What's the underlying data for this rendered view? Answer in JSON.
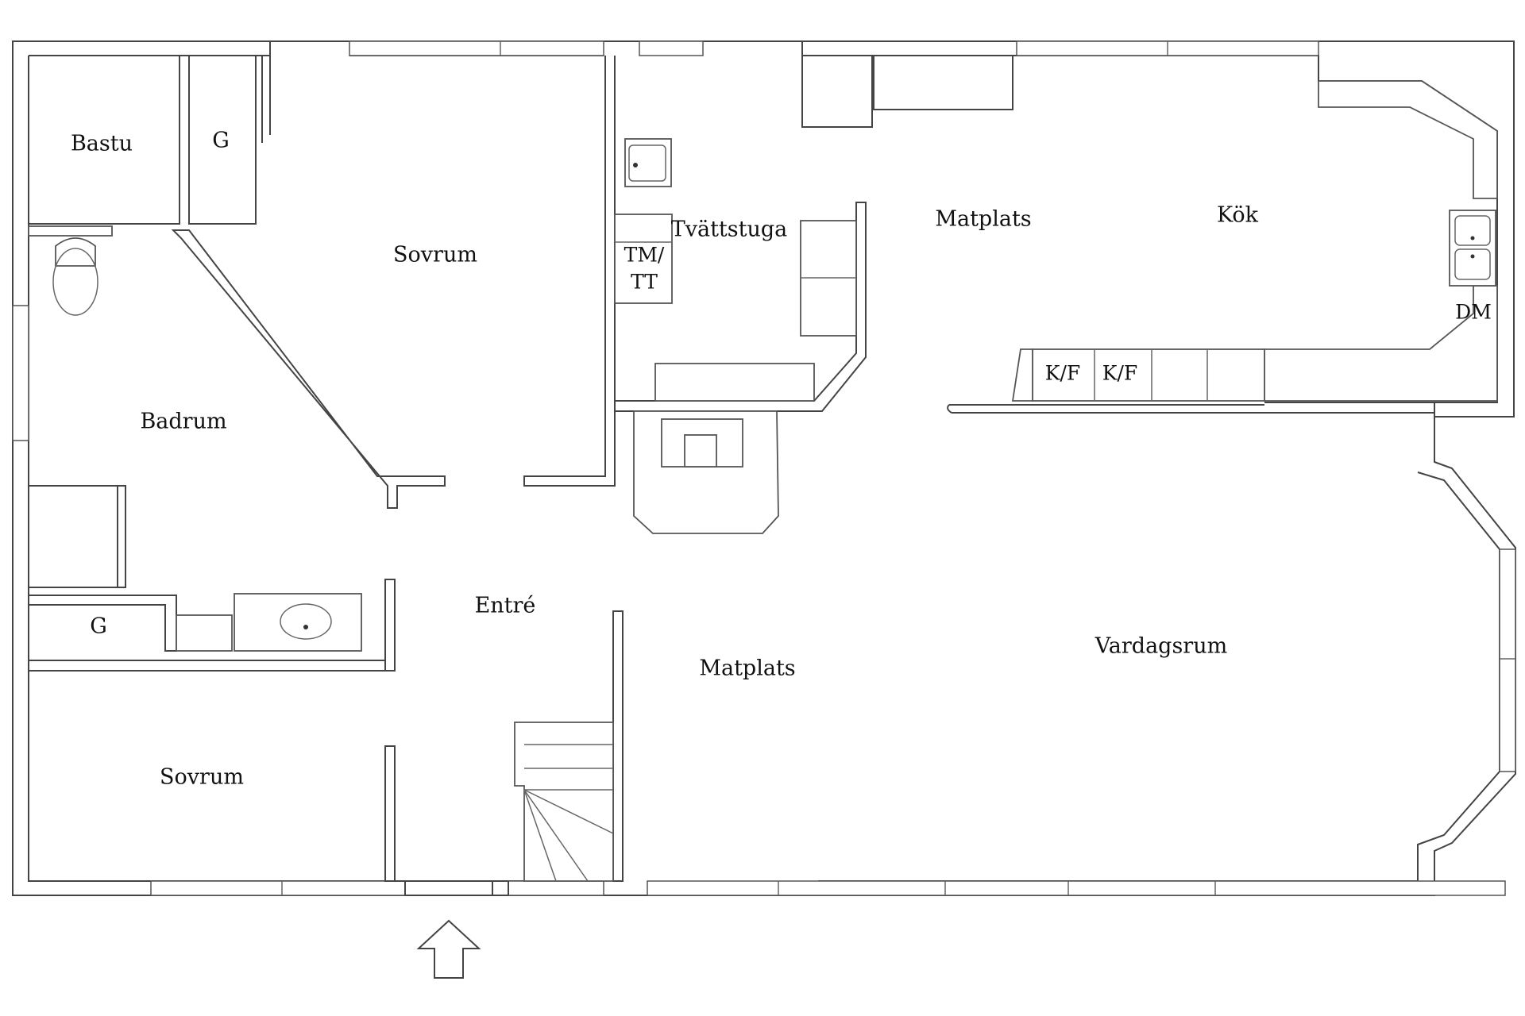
{
  "rooms": {
    "bastu": "Bastu",
    "g_top": "G",
    "sovrum_top": "Sovrum",
    "tvattstuga": "Tvättstuga",
    "matplats_top": "Matplats",
    "kok": "Kök",
    "badrum": "Badrum",
    "g_bottom": "G",
    "entre": "Entré",
    "matplats_bottom": "Matplats",
    "vardagsrum": "Vardagsrum",
    "sovrum_bottom": "Sovrum"
  },
  "appliances": {
    "tm_line1": "TM/",
    "tm_line2": "TT",
    "dm": "DM",
    "kf_1": "K/F",
    "kf_2": "K/F"
  },
  "colors": {
    "wall_stroke": "#444444",
    "background": "#ffffff"
  },
  "icons": {
    "entrance": "entrance-arrow-icon"
  }
}
